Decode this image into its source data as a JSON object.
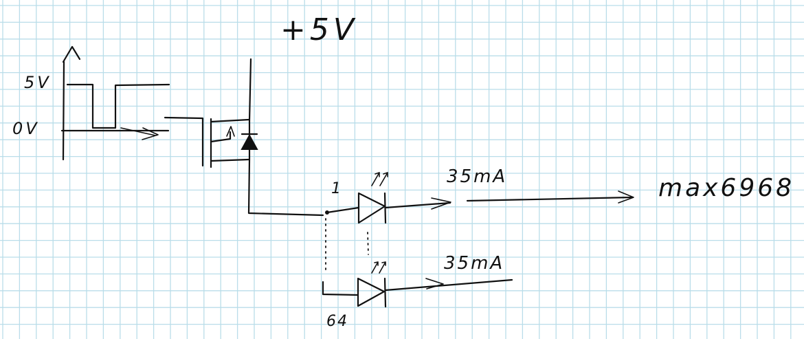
{
  "colors": {
    "paper": "#ffffff",
    "grid": "#b9dde9",
    "ink": "#111111"
  },
  "labels": {
    "supply": "+5V",
    "signal_high": "5V",
    "signal_low": "0V",
    "led_first_index": "1",
    "led_last_index": "64",
    "current_first": "35mA",
    "current_last": "35mA",
    "driver": "max6968"
  }
}
